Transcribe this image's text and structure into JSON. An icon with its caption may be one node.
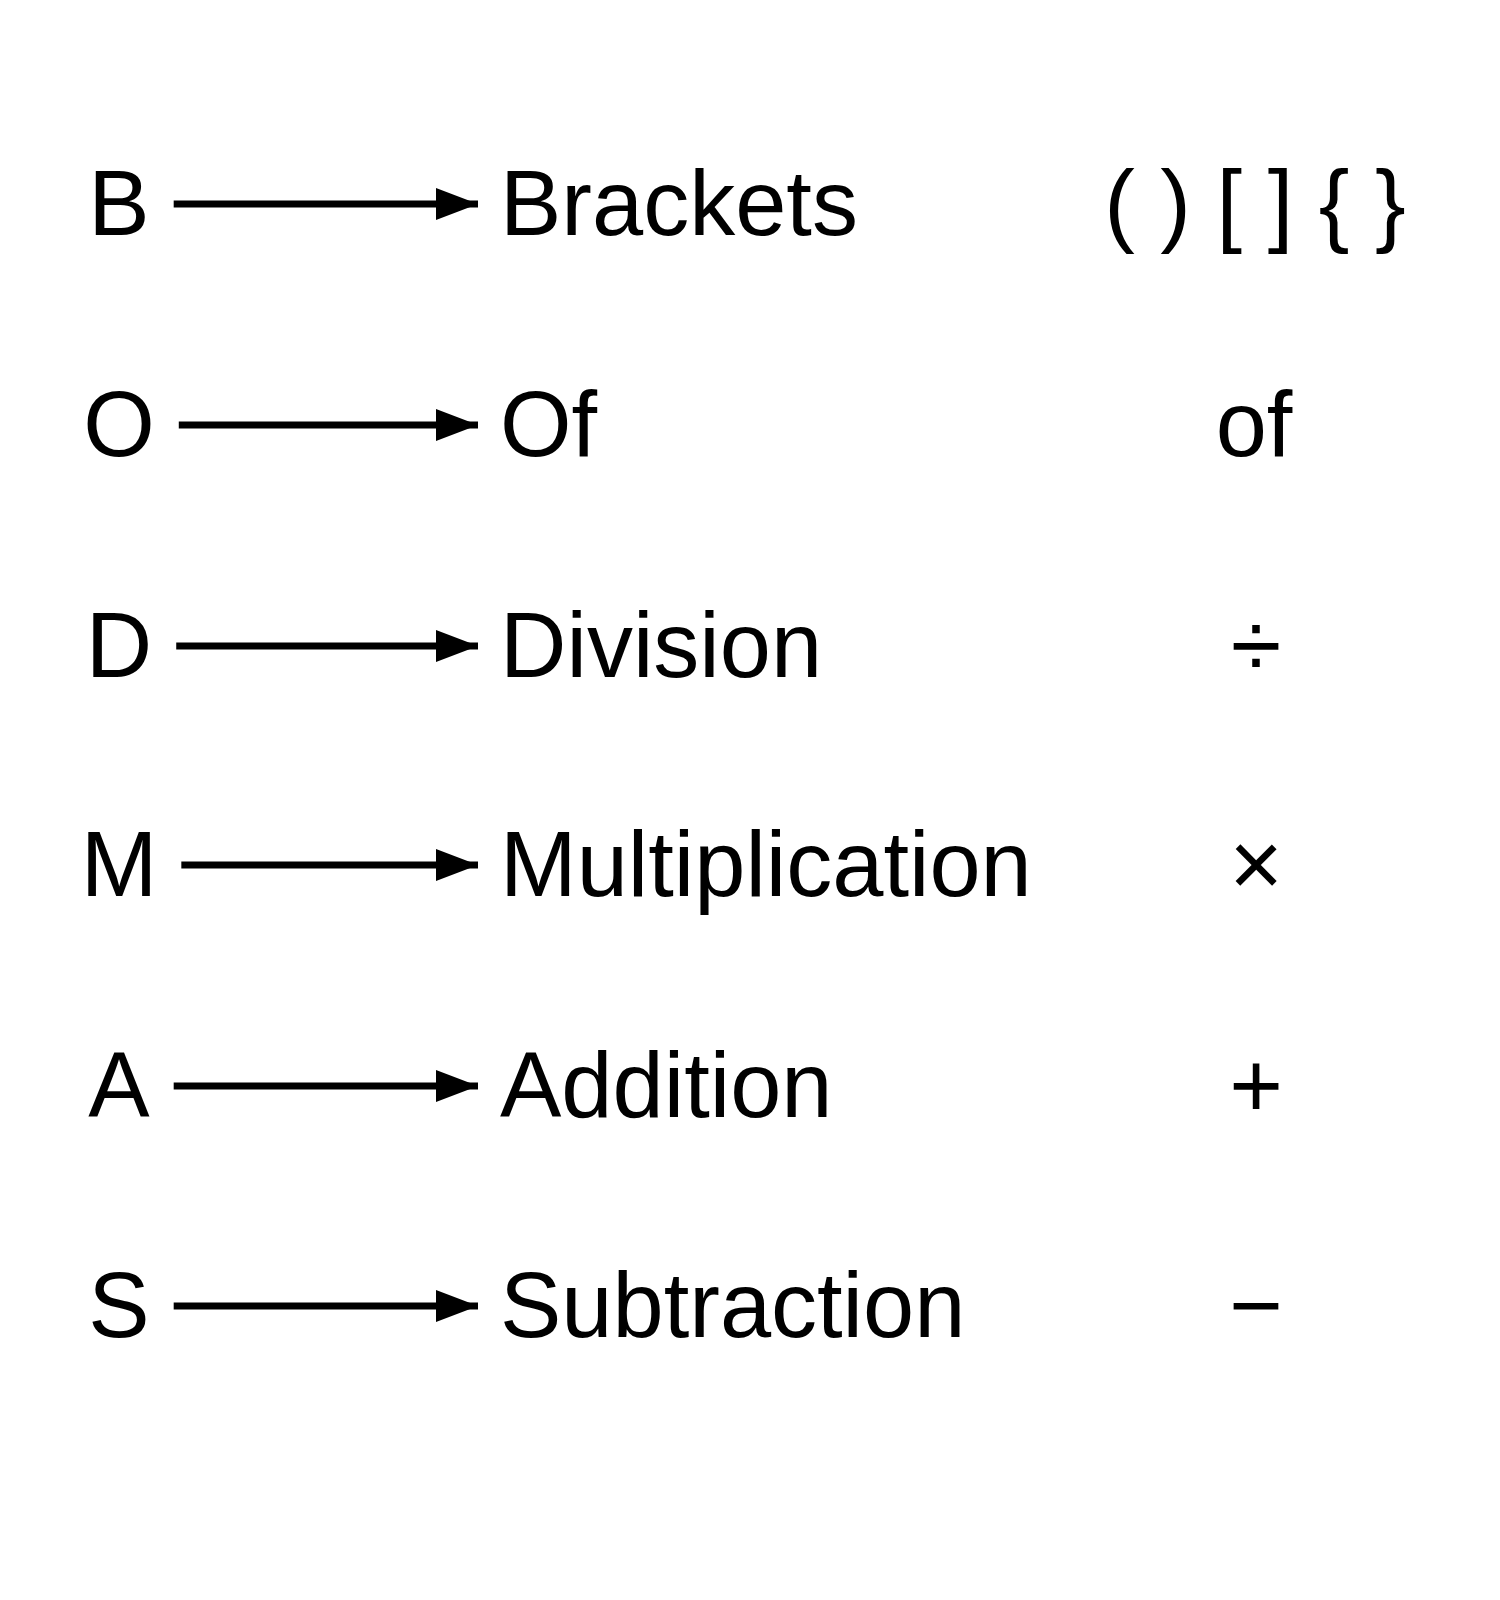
{
  "diagram": {
    "nodes": [
      {
        "text": [
          "B"
        ]
      },
      {
        "text": [
          "Brackets"
        ]
      },
      {
        "text": [
          "O"
        ]
      },
      {
        "text": [
          "Of"
        ]
      },
      {
        "text": [
          "D"
        ]
      },
      {
        "text": [
          "Division"
        ]
      },
      {
        "text": [
          "M"
        ]
      },
      {
        "text": [
          "Multiplication"
        ]
      },
      {
        "text": [
          "A"
        ]
      },
      {
        "text": [
          "Addition"
        ]
      },
      {
        "text": [
          "S"
        ]
      },
      {
        "text": [
          "Subtraction"
        ]
      }
    ],
    "edges": [
      {
        "from": 0,
        "to": 1,
        "arrow": "to"
      },
      {
        "from": 2,
        "to": 3,
        "arrow": "to"
      },
      {
        "from": 4,
        "to": 5,
        "arrow": "to"
      },
      {
        "from": 6,
        "to": 7,
        "arrow": "to"
      },
      {
        "from": 8,
        "to": 9,
        "arrow": "to"
      },
      {
        "from": 10,
        "to": 11,
        "arrow": "to"
      }
    ],
    "labels": [
      "( ) [ ] { }",
      "of",
      "÷",
      "×",
      "+",
      "−"
    ]
  }
}
